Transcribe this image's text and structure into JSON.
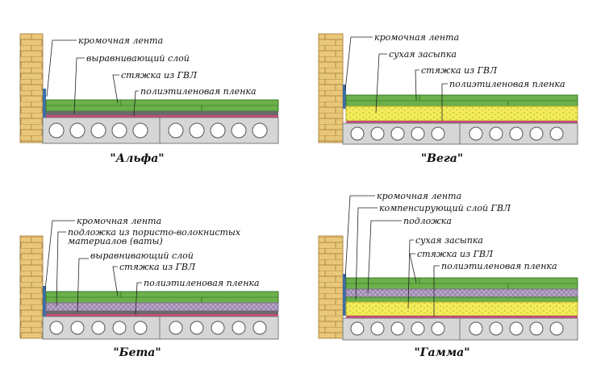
{
  "colors": {
    "brick": "#e8c878",
    "brick_line": "#b0894a",
    "gvl": "#6bb04a",
    "gvl_dark": "#3f7a2a",
    "leveling": "#6a6a6a",
    "dry_fill": "#f2ec5a",
    "underlay": "#b9a6c9",
    "film": "#c84a7a",
    "slab": "#d6d6d6",
    "slab_hole": "#ffffff"
  },
  "diagrams": [
    {
      "id": "alfa",
      "caption": "\"Альфа\"",
      "labels": [
        "кромочная лента",
        "выравнивающий слой",
        "стяжка из ГВЛ",
        "полиэтиленовая пленка"
      ]
    },
    {
      "id": "vega",
      "caption": "\"Вега\"",
      "labels": [
        "кромочная лента",
        "сухая засыпка",
        "стяжка из ГВЛ",
        "полиэтиленовая пленка"
      ]
    },
    {
      "id": "beta",
      "caption": "\"Бета\"",
      "labels": [
        "кромочная лента",
        "подложка из пористо-волокнистых",
        "материалов (ваты)",
        "выравнивающий слой",
        "стяжка из ГВЛ",
        "полиэтиленовая пленка"
      ]
    },
    {
      "id": "gamma",
      "caption": "\"Гамма\"",
      "labels": [
        "кромочная лента",
        "компенсирующий слой ГВЛ",
        "подложка",
        "сухая засыпка",
        "стяжка из ГВЛ",
        "полиэтиленовая пленка"
      ]
    }
  ]
}
